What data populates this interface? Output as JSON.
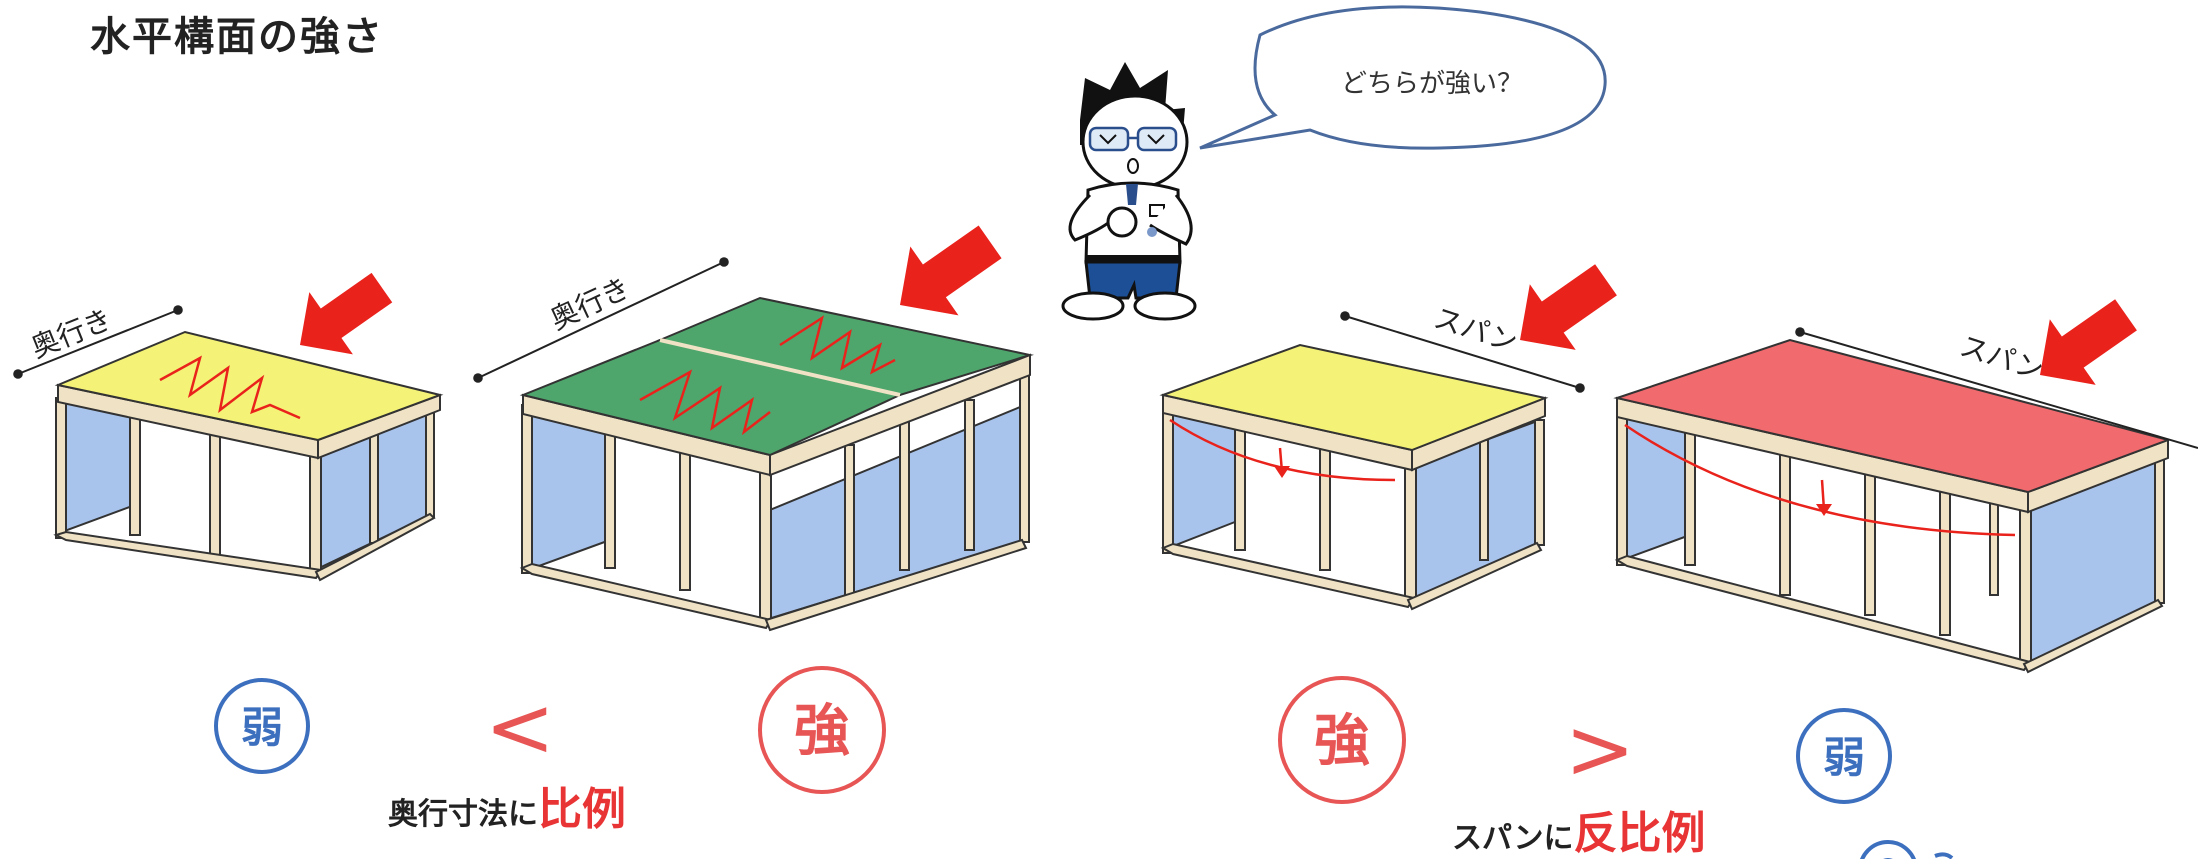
{
  "page": {
    "title": "水平構面の強さ"
  },
  "speech": {
    "text": "どちらが強い？"
  },
  "boxes": {
    "box1": {
      "dim_label": "奥行き",
      "floor_color": "#f4f277"
    },
    "box2": {
      "dim_label": "奥行き",
      "floor_color": "#4fa66d"
    },
    "box3": {
      "dim_label": "スパン",
      "floor_color": "#f4f277"
    },
    "box4": {
      "dim_label": "スパン",
      "floor_color": "#f06a6e"
    }
  },
  "comparison_left": {
    "weak_badge": "弱",
    "strong_badge": "強",
    "operator": "<",
    "caption_prefix": "奥行寸法に",
    "caption_emphasis": "比例"
  },
  "comparison_right": {
    "strong_badge": "強",
    "weak_badge": "弱",
    "operator": ">",
    "caption_prefix": "スパンに",
    "caption_emphasis": "反比例"
  },
  "colors": {
    "arrow_red": "#e9221c",
    "frame": "#f0e2c4",
    "frame_edge": "#333333",
    "wall_blue": "#a9c4ec",
    "badge_blue": "#3d6fbf",
    "badge_red": "#e85555",
    "character_pants": "#1c4f96",
    "emphasis_red": "#e83434"
  }
}
